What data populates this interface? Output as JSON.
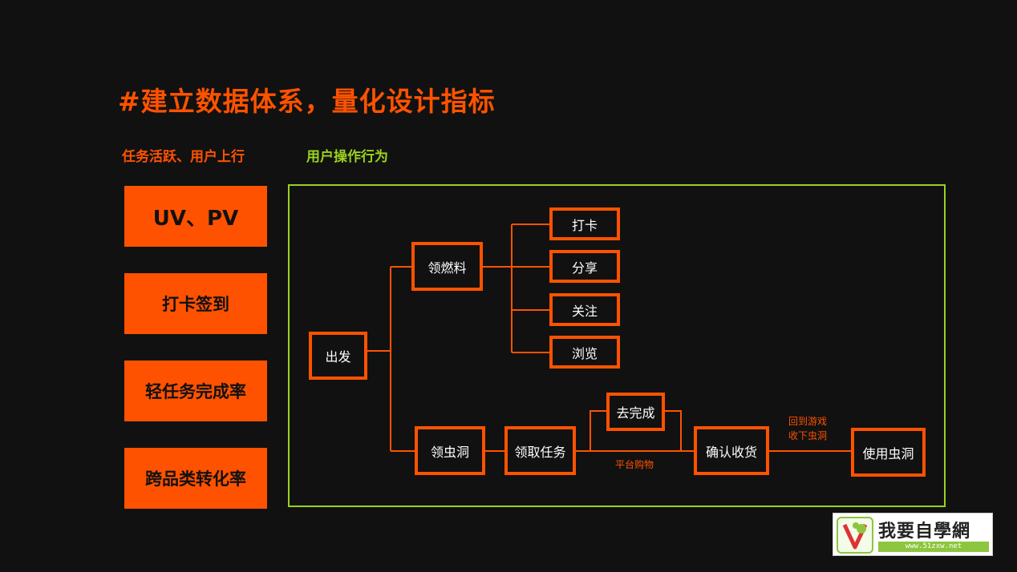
{
  "title": "#建立数据体系，量化设计指标",
  "left_heading": "任务活跃、用户上行",
  "right_heading": "用户操作行为",
  "metrics": [
    "UV、PV",
    "打卡签到",
    "轻任务完成率",
    "跨品类转化率"
  ],
  "flow": {
    "start": "出发",
    "fuel": "领燃料",
    "fuel_actions": [
      "打卡",
      "分享",
      "关注",
      "浏览"
    ],
    "wormhole": "领虫洞",
    "take_task": "领取任务",
    "go_complete": "去完成",
    "platform_shopping": "平台购物",
    "confirm_receipt": "确认收货",
    "return_game_line1": "回到游戏",
    "return_game_line2": "收下虫洞",
    "use_wormhole": "使用虫洞"
  },
  "logo": {
    "name": "我要自學網",
    "url": "www.51zxw.net"
  },
  "colors": {
    "background": "#111111",
    "accent_orange": "#ff5200",
    "accent_green": "#9ad21e",
    "text_white": "#ffffff"
  }
}
